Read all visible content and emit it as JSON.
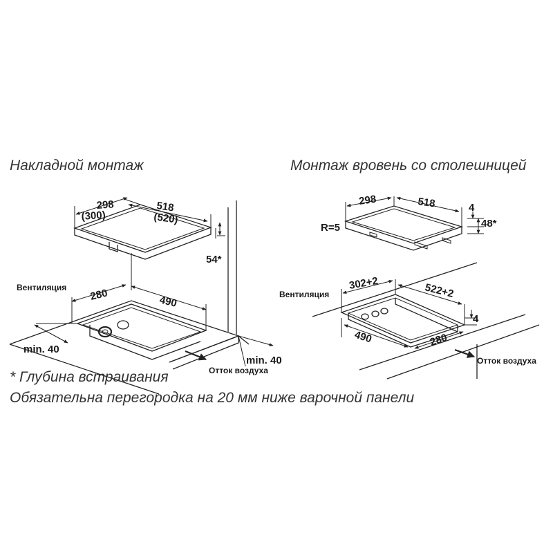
{
  "headings": {
    "surface": "Накладной монтаж",
    "flush": "Монтаж вровень со столешницей"
  },
  "left": {
    "dim_298": "298",
    "dim_300": "(300)",
    "dim_518": "518",
    "dim_520": "(520)",
    "dim_54": "54*",
    "vent_label": "Вентиляция",
    "dim_280": "280",
    "dim_490": "490",
    "min_left": "min. 40",
    "min_right": "min. 40",
    "airflow": "Отток воздуха"
  },
  "right": {
    "dim_298": "298",
    "dim_518": "518",
    "dim_4_top": "4",
    "dim_48": "48*",
    "radius": "R=5",
    "vent_label": "Вентиляция",
    "dim_302": "302+2",
    "dim_522": "522+2",
    "dim_4_bottom": "4",
    "dim_490": "490",
    "dim_280": "280",
    "airflow": "Отток воздуха"
  },
  "footnotes": {
    "depth": "* Глубина встраивания",
    "partition": "Обязательна перегородка на 20 мм ниже варочной панели"
  }
}
